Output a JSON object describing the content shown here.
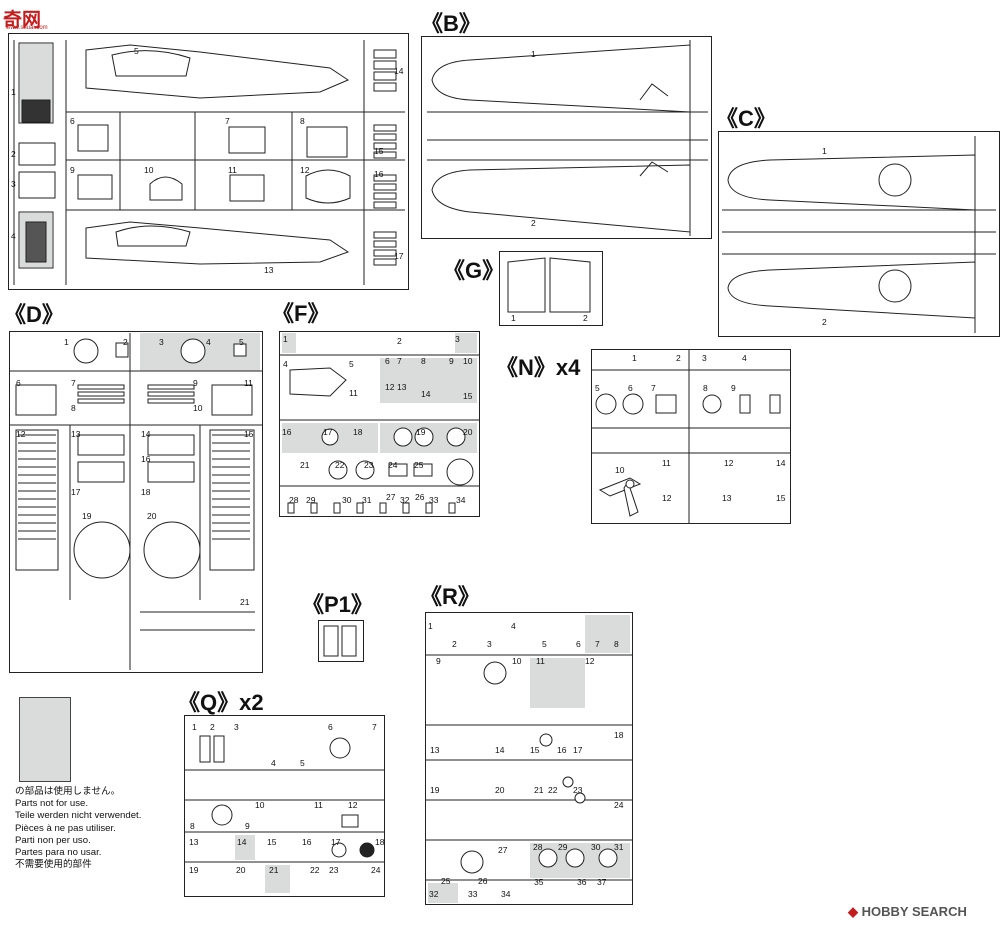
{
  "sprues": {
    "A": {
      "title": "",
      "parts": [
        "1",
        "2",
        "3",
        "4",
        "5",
        "6",
        "7",
        "8",
        "9",
        "10",
        "11",
        "12",
        "13",
        "14",
        "15",
        "16",
        "17"
      ]
    },
    "B": {
      "title": "《B》",
      "parts": [
        "1",
        "2"
      ]
    },
    "C": {
      "title": "《C》",
      "parts": [
        "1",
        "2"
      ]
    },
    "G": {
      "title": "《G》",
      "parts": [
        "1",
        "2"
      ]
    },
    "D": {
      "title": "《D》",
      "parts": [
        "1",
        "2",
        "3",
        "4",
        "5",
        "6",
        "7",
        "8",
        "9",
        "10",
        "11",
        "12",
        "13",
        "14",
        "15",
        "16",
        "17",
        "18",
        "19",
        "20",
        "21"
      ]
    },
    "F": {
      "title": "《F》",
      "parts": [
        "1",
        "2",
        "3",
        "4",
        "5",
        "6",
        "7",
        "8",
        "9",
        "10",
        "11",
        "12",
        "13",
        "14",
        "15",
        "16",
        "17",
        "18",
        "19",
        "20",
        "21",
        "22",
        "23",
        "24",
        "25",
        "26",
        "27",
        "28",
        "29",
        "30",
        "31",
        "32",
        "33",
        "34"
      ]
    },
    "N": {
      "title": "《N》x4",
      "parts": [
        "1",
        "2",
        "3",
        "4",
        "5",
        "6",
        "7",
        "8",
        "9",
        "10",
        "11",
        "12",
        "12",
        "13",
        "14",
        "15",
        "15"
      ]
    },
    "P1": {
      "title": "《P1》"
    },
    "Q": {
      "title": "《Q》x2",
      "parts": [
        "1",
        "2",
        "3",
        "4",
        "5",
        "6",
        "7",
        "8",
        "9",
        "10",
        "11",
        "12",
        "13",
        "14",
        "15",
        "16",
        "17",
        "18",
        "19",
        "20",
        "21",
        "22",
        "23",
        "24"
      ]
    },
    "R": {
      "title": "《R》",
      "parts": [
        "1",
        "2",
        "3",
        "4",
        "5",
        "6",
        "7",
        "8",
        "9",
        "10",
        "11",
        "12",
        "13",
        "14",
        "15",
        "16",
        "17",
        "18",
        "19",
        "20",
        "21",
        "22",
        "23",
        "24",
        "25",
        "26",
        "27",
        "28",
        "29",
        "30",
        "31",
        "32",
        "33",
        "34",
        "35",
        "36",
        "37"
      ]
    }
  },
  "legend": {
    "lines": [
      "の部品は使用しません。",
      "Parts not for use.",
      "Teile werden nicht verwendet.",
      "Pièces à ne pas utiliser.",
      "Parti non per uso.",
      "Partes para no usar.",
      "不需要使用的部件"
    ],
    "swatch_color": "#d9dcda"
  },
  "watermarks": {
    "top_left": "奇网",
    "top_left_sub": "www.shuai.com",
    "bottom_right": "HOBBY SEARCH"
  }
}
